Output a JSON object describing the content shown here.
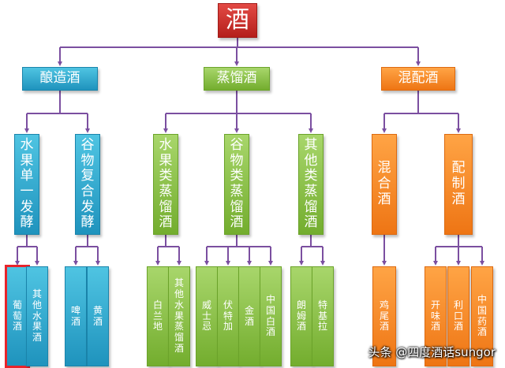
{
  "colors": {
    "connector": "#7b4fa0",
    "blue": "#2ba4cf",
    "green": "#8cc34b",
    "orange": "#f7862a",
    "red": "#c52a27",
    "highlight": "#e8242b"
  },
  "root": {
    "label": "酒"
  },
  "categories": [
    {
      "label": "酿造酒",
      "subs": [
        {
          "label": "水\n果\n单\n一\n发\n酵",
          "leaves": [
            {
              "label": "葡\n萄\n酒",
              "highlighted": true
            },
            {
              "label": "其\n他\n水\n果\n酒"
            }
          ]
        },
        {
          "label": "谷\n物\n复\n合\n发\n酵",
          "leaves": [
            {
              "label": "啤\n酒"
            },
            {
              "label": "黄\n酒"
            }
          ]
        }
      ]
    },
    {
      "label": "蒸馏酒",
      "subs": [
        {
          "label": "水\n果\n类\n蒸\n馏\n酒",
          "leaves": [
            {
              "label": "白\n兰\n地"
            },
            {
              "label": "其\n他\n水\n果\n蒸\n馏\n酒"
            }
          ]
        },
        {
          "label": "谷\n物\n类\n蒸\n馏\n酒",
          "leaves": [
            {
              "label": "威\n士\n忌"
            },
            {
              "label": "伏\n特\n加"
            },
            {
              "label": "金\n酒"
            },
            {
              "label": "中\n国\n白\n酒"
            }
          ]
        },
        {
          "label": "其\n他\n类\n蒸\n馏\n酒",
          "leaves": [
            {
              "label": "朗\n姆\n酒"
            },
            {
              "label": "特\n基\n拉"
            }
          ]
        }
      ]
    },
    {
      "label": "混配酒",
      "subs": [
        {
          "label": "混\n合\n酒",
          "leaves": [
            {
              "label": "鸡\n尾\n酒"
            }
          ]
        },
        {
          "label": "配\n制\n酒",
          "leaves": [
            {
              "label": "开\n味\n酒"
            },
            {
              "label": "利\n口\n酒"
            },
            {
              "label": "中\n国\n药\n酒"
            }
          ]
        }
      ]
    }
  ],
  "watermark": "头条 @四度酒话sungor"
}
